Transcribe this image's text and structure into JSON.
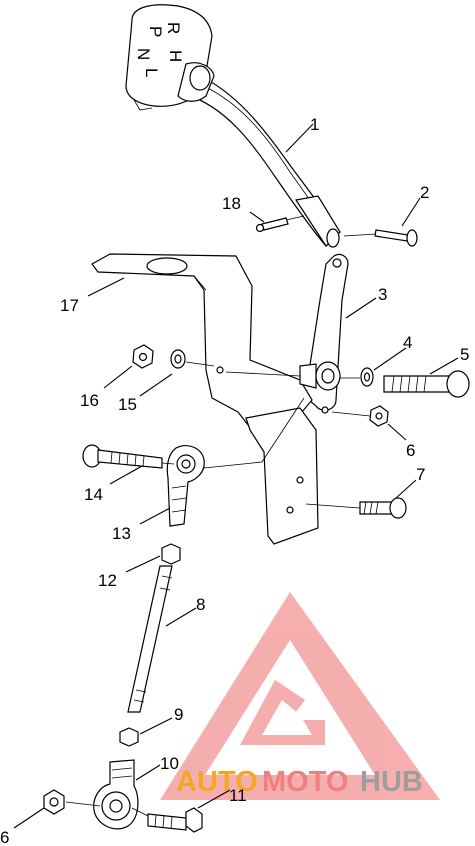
{
  "diagram": {
    "callouts": [
      {
        "id": "c1",
        "label": "1"
      },
      {
        "id": "c2",
        "label": "2"
      },
      {
        "id": "c3",
        "label": "3"
      },
      {
        "id": "c4",
        "label": "4"
      },
      {
        "id": "c5",
        "label": "5"
      },
      {
        "id": "c6a",
        "label": "6"
      },
      {
        "id": "c7",
        "label": "7"
      },
      {
        "id": "c8",
        "label": "8"
      },
      {
        "id": "c9",
        "label": "9"
      },
      {
        "id": "c10",
        "label": "10"
      },
      {
        "id": "c11",
        "label": "11"
      },
      {
        "id": "c12",
        "label": "12"
      },
      {
        "id": "c13",
        "label": "13"
      },
      {
        "id": "c14",
        "label": "14"
      },
      {
        "id": "c15",
        "label": "15"
      },
      {
        "id": "c16",
        "label": "16"
      },
      {
        "id": "c17",
        "label": "17"
      },
      {
        "id": "c18",
        "label": "18"
      },
      {
        "id": "c6b",
        "label": "6"
      }
    ],
    "shifter_knob_letters": [
      "P",
      "R",
      "N",
      "L",
      "H"
    ]
  },
  "watermark": {
    "text_orange": "AUTO",
    "text_red": "MOTO",
    "text_gray": "HUB",
    "colors": {
      "orange": "#f5a623",
      "red": "#f08080",
      "gray": "#9e9e9e",
      "logo": "#f4a0a0"
    }
  }
}
